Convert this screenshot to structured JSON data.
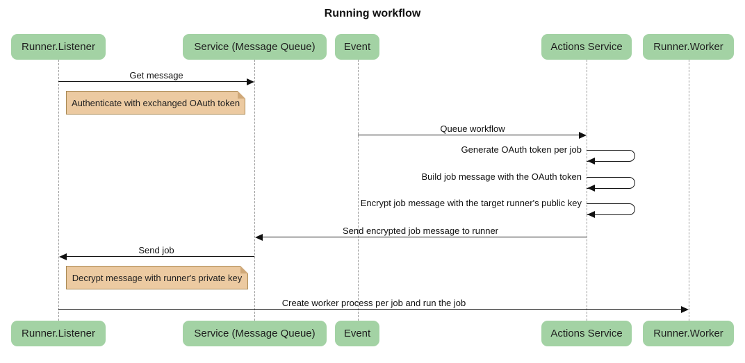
{
  "title": "Running workflow",
  "actors": [
    {
      "id": "runner-listener",
      "label": "Runner.Listener"
    },
    {
      "id": "service-message-queue",
      "label": "Service (Message Queue)"
    },
    {
      "id": "event",
      "label": "Event"
    },
    {
      "id": "actions-service",
      "label": "Actions Service"
    },
    {
      "id": "runner-worker",
      "label": "Runner.Worker"
    }
  ],
  "messages": [
    {
      "label": "Get message",
      "from": "Runner.Listener",
      "to": "Service (Message Queue)",
      "kind": "arrow"
    },
    {
      "label": "Queue workflow",
      "from": "Event",
      "to": "Actions Service",
      "kind": "arrow"
    },
    {
      "label": "Generate OAuth token per job",
      "from": "Actions Service",
      "to": "Actions Service",
      "kind": "self"
    },
    {
      "label": "Build job message with the OAuth token",
      "from": "Actions Service",
      "to": "Actions Service",
      "kind": "self"
    },
    {
      "label": "Encrypt job message with the target runner's public key",
      "from": "Actions Service",
      "to": "Actions Service",
      "kind": "self"
    },
    {
      "label": "Send encrypted job message to runner",
      "from": "Actions Service",
      "to": "Service (Message Queue)",
      "kind": "arrow"
    },
    {
      "label": "Send job",
      "from": "Service (Message Queue)",
      "to": "Runner.Listener",
      "kind": "arrow"
    },
    {
      "label": "Create worker process per job and run the job",
      "from": "Runner.Listener",
      "to": "Runner.Worker",
      "kind": "arrow"
    }
  ],
  "notes": [
    {
      "text": "Authenticate with exchanged OAuth token"
    },
    {
      "text": "Decrypt message with runner's private key"
    }
  ],
  "colors": {
    "background": "#ffffff",
    "actor_fill": "#a3d2a4",
    "note_fill": "#eccaa1",
    "note_border": "#aa8a55",
    "lifeline": "#9c9c9c",
    "arrow": "#111111"
  }
}
